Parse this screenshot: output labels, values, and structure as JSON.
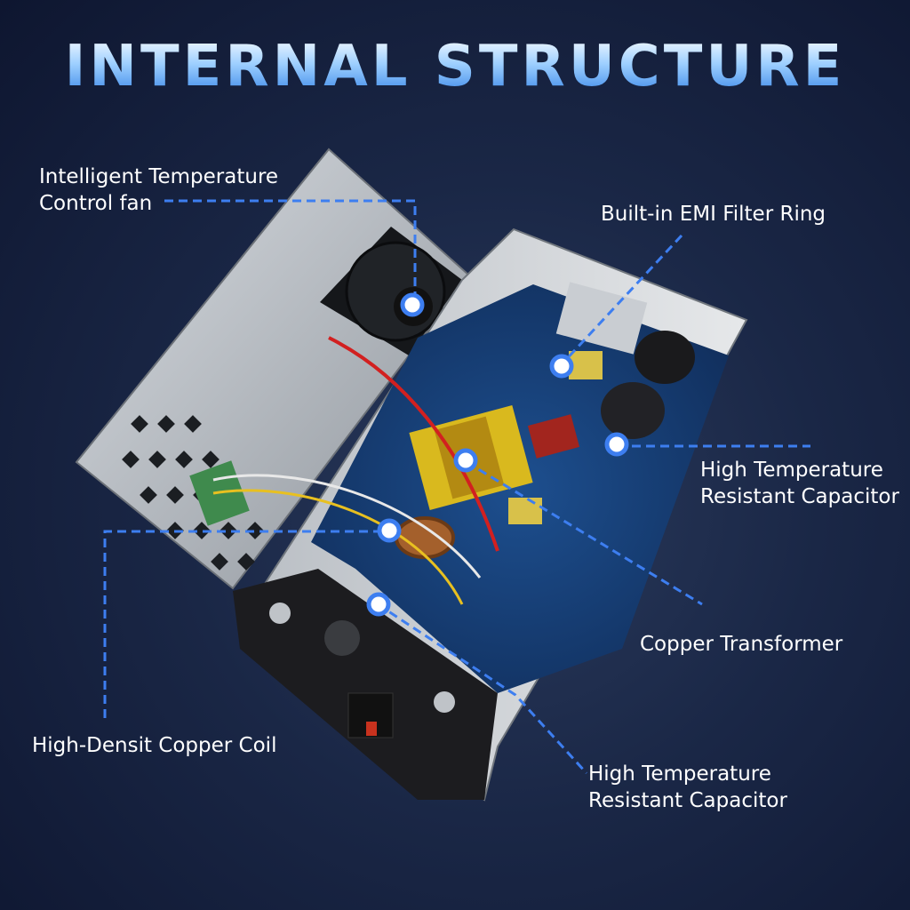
{
  "title": "INTERNAL STRUCTURE",
  "labels": {
    "fan": [
      "Intelligent Temperature",
      "Control fan"
    ],
    "emi": [
      "Built-in EMI Filter Ring"
    ],
    "cap_right": [
      "High Temperature",
      "Resistant Capacitor"
    ],
    "transformer": [
      "Copper Transformer"
    ],
    "coil": [
      "High-Densit Copper Coil"
    ],
    "cap_bottom": [
      "High Temperature",
      "Resistant Capacitor"
    ]
  },
  "colors": {
    "accent": "#3d7ef0",
    "marker": "#5aa6ff",
    "text": "#ffffff"
  }
}
